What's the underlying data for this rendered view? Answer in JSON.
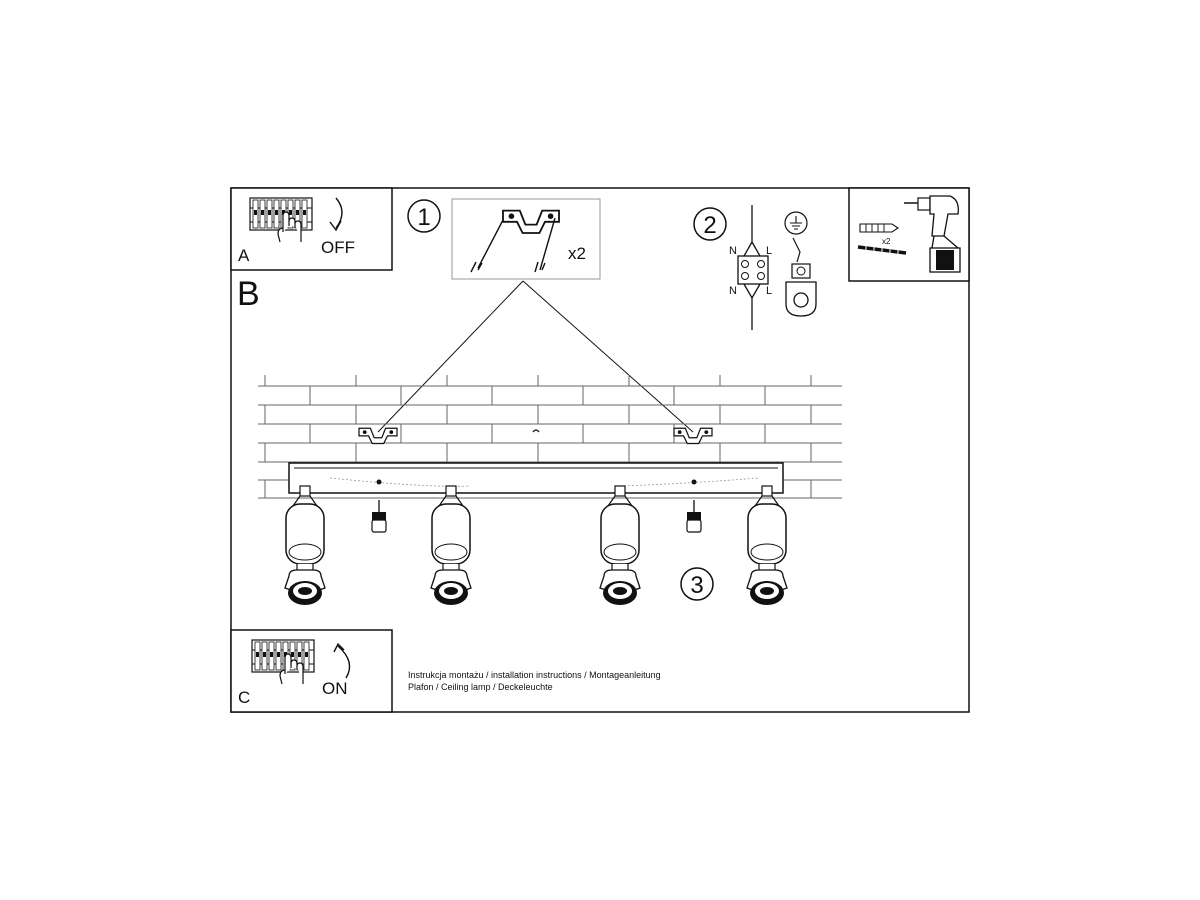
{
  "panels": {
    "a": {
      "letter": "A",
      "action": "OFF"
    },
    "b": {
      "letter": "B"
    },
    "c": {
      "letter": "C",
      "action": "ON"
    }
  },
  "steps": {
    "step1": {
      "number": "1",
      "quantity": "x2"
    },
    "step2": {
      "number": "2",
      "neutral": "N",
      "live": "L"
    },
    "step3": {
      "number": "3"
    },
    "tools": {
      "quantity": "x2"
    }
  },
  "caption": {
    "line1": "Instrukcja montażu / installation instructions / Montageanleitung",
    "line2": "Plafon / Ceiling lamp / Deckeleuchte"
  }
}
